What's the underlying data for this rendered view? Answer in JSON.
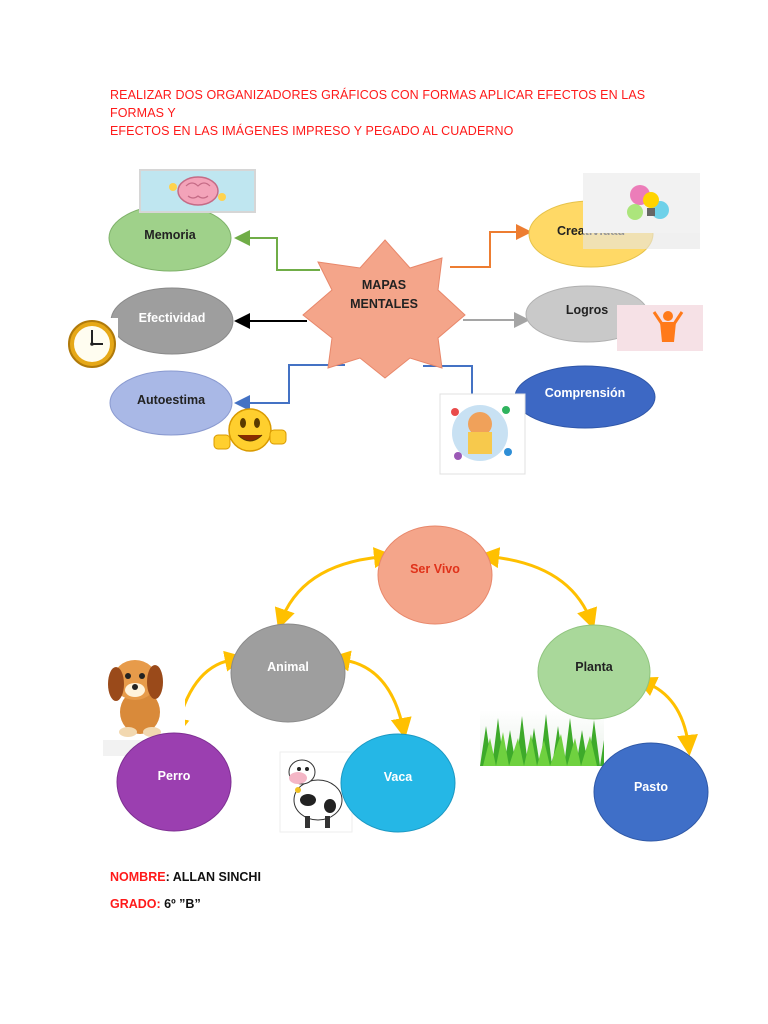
{
  "title_lines": [
    "REALIZAR DOS ORGANIZADORES GRÁFICOS CON FORMAS APLICAR EFECTOS EN LAS FORMAS Y",
    "EFECTOS EN LAS IMÁGENES IMPRESO Y PEGADO AL CUADERNO"
  ],
  "map1": {
    "center": "MAPAS\nMENTALES",
    "center_lines": [
      "MAPAS",
      "MENTALES"
    ],
    "nodes": {
      "memoria": "Memoria",
      "efectividad": "Efectividad",
      "autoestima": "Autoestima",
      "creatividad": "Creatividad",
      "logros": "Logros",
      "comprension": "Comprensión"
    },
    "colors": {
      "memoria": "#9fd18a",
      "efectividad": "#9e9e9e",
      "autoestima": "#a9b8e6",
      "creatividad": "#ffd966",
      "logros": "#c9c9c9",
      "comprension": "#3d68c4",
      "center": "#f4a58a"
    },
    "images": [
      "brain-icon",
      "clock-icon",
      "smiley-thumbs-icon",
      "lightbulb-icon",
      "trophy-person-icon",
      "reader-icon"
    ]
  },
  "map2": {
    "nodes": {
      "ser_vivo": "Ser Vivo",
      "animal": "Animal",
      "planta": "Planta",
      "perro": "Perro",
      "vaca": "Vaca",
      "pasto": "Pasto"
    },
    "colors": {
      "ser_vivo": "#f4a58a",
      "animal": "#9e9e9e",
      "planta": "#a9d89a",
      "perro": "#9b3fb0",
      "vaca": "#25b7e6",
      "pasto": "#3f6fc8",
      "arrow": "#ffc000"
    },
    "images": [
      "dog-icon",
      "cow-icon",
      "grass-icon"
    ]
  },
  "footer": {
    "name_label": "NOMBRE",
    "name_value": ": ALLAN SINCHI",
    "grade_label": "GRADO:",
    "grade_value": " 6º ”B”"
  }
}
